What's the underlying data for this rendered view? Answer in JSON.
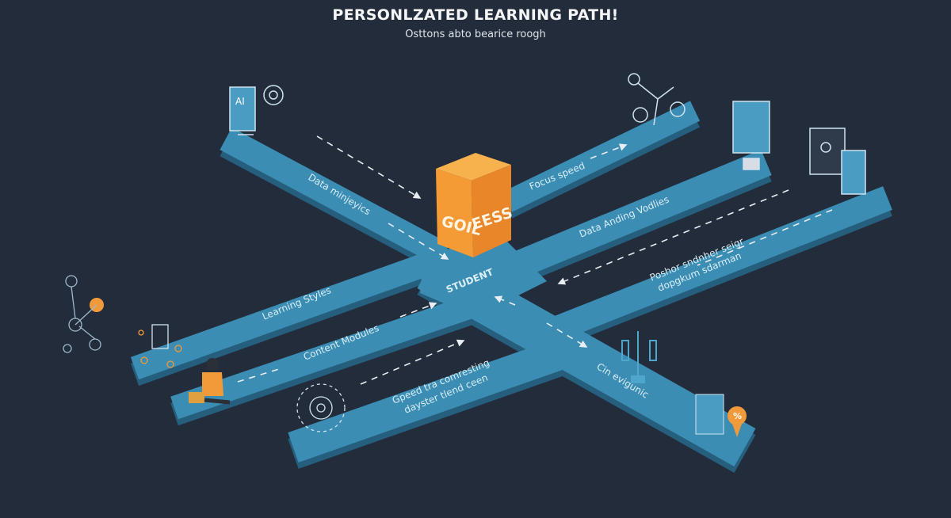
{
  "header": {
    "title": "PERSONLZATED LEARNING PATH!",
    "subtitle": "Osttons abto bearice roogh"
  },
  "colors": {
    "background": "#232c3b",
    "road_top": "#3b8db3",
    "road_side": "#255f7d",
    "accent": "#f29a3a"
  },
  "center": {
    "label": "STUDENT",
    "cube_text_left": "GOIL",
    "cube_text_right": "EESS"
  },
  "paths": [
    {
      "label": "Data minjeyics"
    },
    {
      "label": "Focus speed"
    },
    {
      "label": "Data Anding Vodlies"
    },
    {
      "label": "Learning Styles"
    },
    {
      "label": "Content Modules"
    },
    {
      "label_lines": [
        "Poshor sndnher seigr",
        "dopgkum sdarman"
      ]
    },
    {
      "label_lines": [
        "Gpeed tra comresting",
        "dayster tlend ceen"
      ]
    },
    {
      "label": "Cin evigunic"
    }
  ],
  "icons": [
    {
      "name": "ai-monitor-gear-icon",
      "text": "AI"
    },
    {
      "name": "robot-arm-icon"
    },
    {
      "name": "monitor-chart-icon"
    },
    {
      "name": "user-profile-screens-icon"
    },
    {
      "name": "network-nodes-icon"
    },
    {
      "name": "document-tree-icon"
    },
    {
      "name": "student-laptop-icon"
    },
    {
      "name": "target-orbit-icon"
    },
    {
      "name": "tower-icon"
    },
    {
      "name": "report-percent-icon",
      "text": "%"
    }
  ]
}
